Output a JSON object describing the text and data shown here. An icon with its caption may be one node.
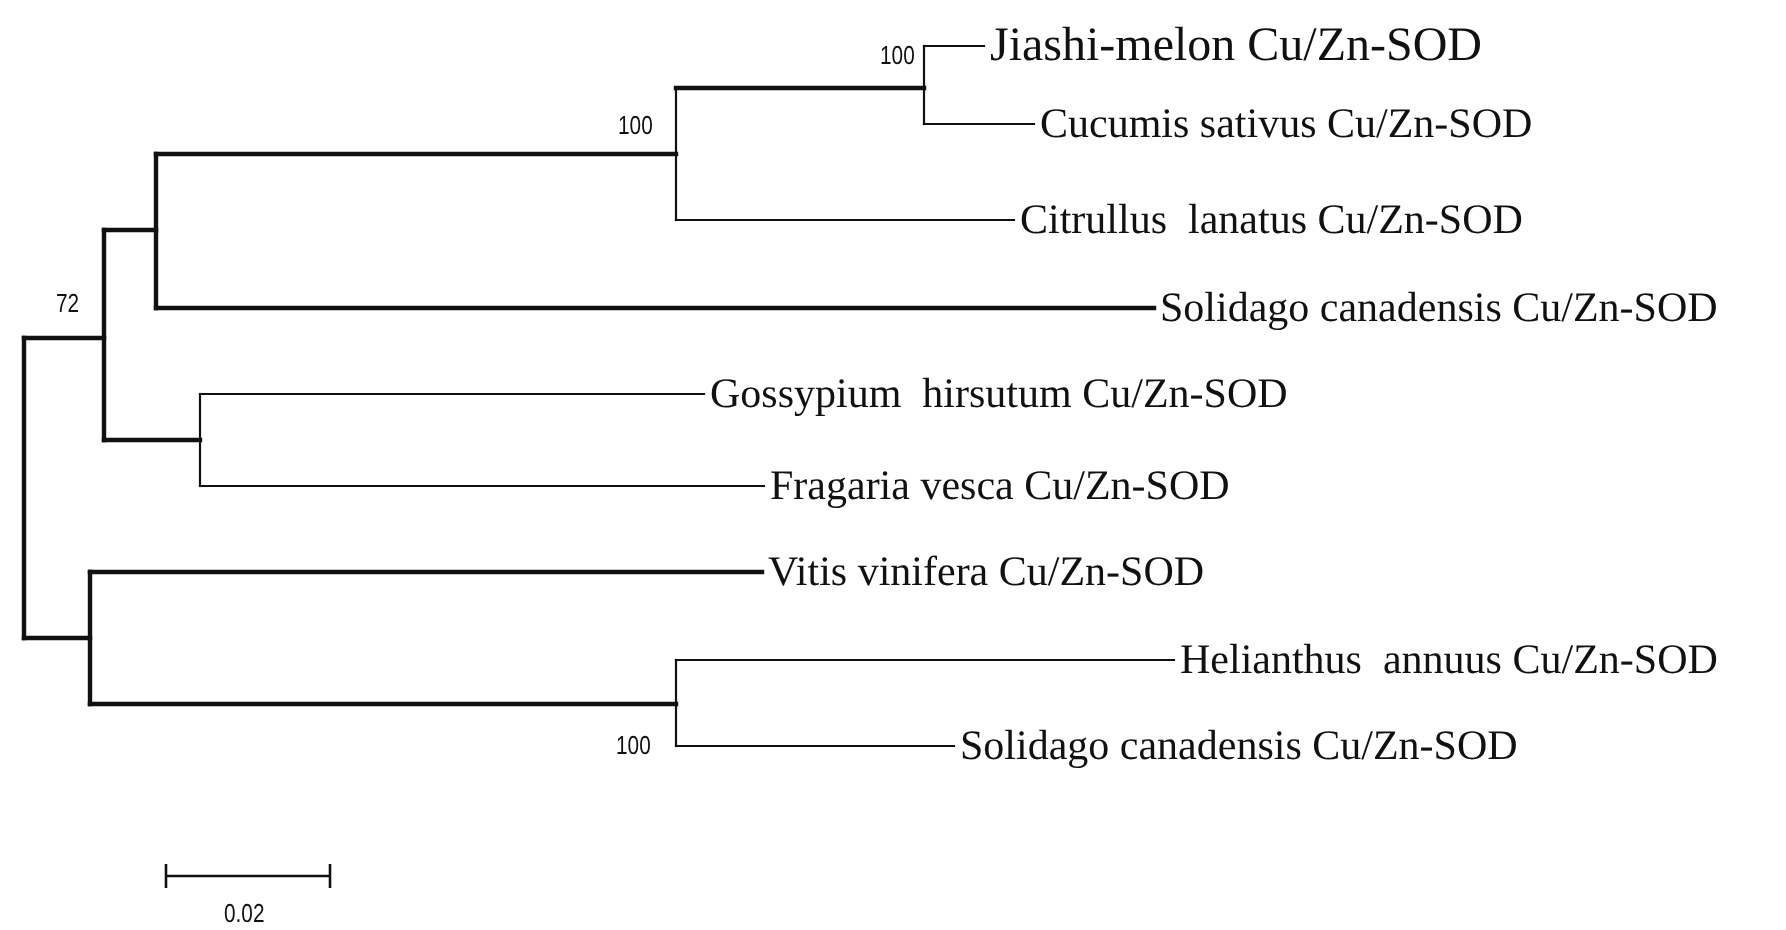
{
  "diagram": {
    "nodes": [
      {
        "text": [
          "Jiashi-melon Cu/Zn-SOD"
        ]
      },
      {
        "text": [
          "Cucumis sativus Cu/Zn-SOD"
        ]
      },
      {
        "text": [
          "Citrullus  lanatus Cu/Zn-SOD"
        ]
      },
      {
        "text": [
          "Solidago canadensis Cu/Zn-SOD"
        ]
      },
      {
        "text": [
          "Gossypium  hirsutum Cu/Zn-SOD"
        ]
      },
      {
        "text": [
          "Fragaria vesca Cu/Zn-SOD"
        ]
      },
      {
        "text": [
          "Vitis vinifera Cu/Zn-SOD"
        ]
      },
      {
        "text": [
          "Helianthus  annuus Cu/Zn-SOD"
        ]
      },
      {
        "text": [
          "Solidago canadensis Cu/Zn-SOD"
        ]
      }
    ],
    "labels": [
      "100",
      "100",
      "72",
      "100",
      "0.02"
    ]
  }
}
